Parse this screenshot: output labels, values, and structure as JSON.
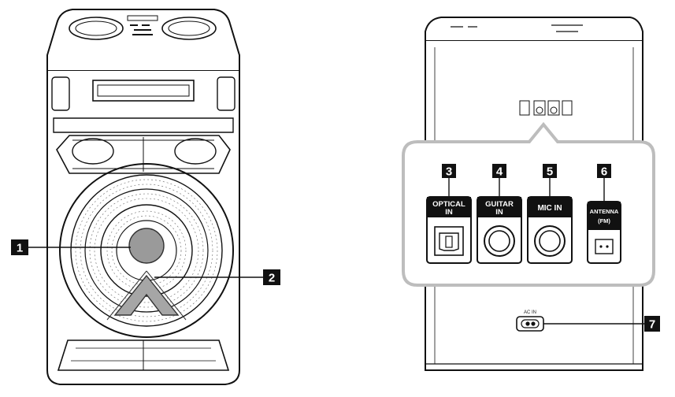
{
  "front_view": {
    "callouts": [
      {
        "number": "1"
      },
      {
        "number": "2"
      }
    ]
  },
  "rear_view": {
    "callouts": [
      {
        "number": "3",
        "label_line1": "OPTICAL",
        "label_line2": "IN"
      },
      {
        "number": "4",
        "label_line1": "GUITAR",
        "label_line2": "IN"
      },
      {
        "number": "5",
        "label_line1": "MIC IN",
        "label_line2": ""
      },
      {
        "number": "6",
        "label_line1": "ANTENNA",
        "label_line2": "(FM)"
      },
      {
        "number": "7"
      }
    ],
    "ac_label": "AC IN"
  }
}
